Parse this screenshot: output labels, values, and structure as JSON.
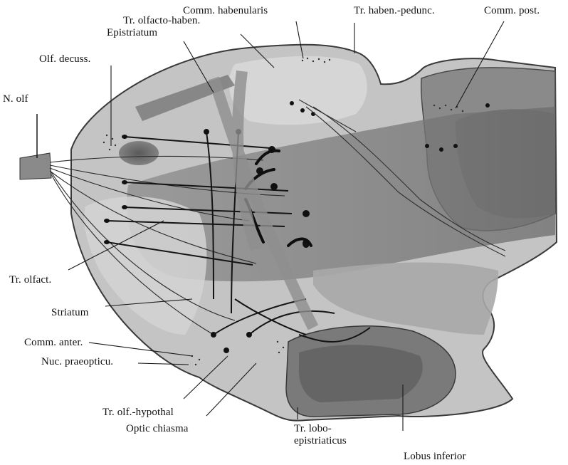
{
  "labels": {
    "comm_habenularis": "Comm. habenularis",
    "tr_olfacto_haben": "Tr. olfacto-haben.",
    "epistriatum": "Epistriatum",
    "tr_haben_pedunc": "Tr. haben.-pedunc.",
    "comm_post": "Comm. post.",
    "olf_decuss": "Olf. decuss.",
    "n_olf": "N. olf",
    "tr_olfact": "Tr. olfact.",
    "striatum": "Striatum",
    "comm_anter": "Comm. anter.",
    "nuc_praeopticu": "Nuc. praeopticu.",
    "tr_olf_hypothal": "Tr. olf.-hypothal",
    "optic_chiasma": "Optic chiasma",
    "tr_lobo_line1": "Tr. lobo-",
    "tr_lobo_line2": "epistriaticus",
    "lobus_inferior": "Lobus inferior"
  },
  "colors": {
    "background": "#ffffff",
    "brain_outline": "#3a3a3a",
    "tissue_light": "#c9c9c9",
    "tissue_mid": "#9e9e9e",
    "tissue_dark": "#6e6e6e",
    "fiber": "#1c1c1c"
  }
}
